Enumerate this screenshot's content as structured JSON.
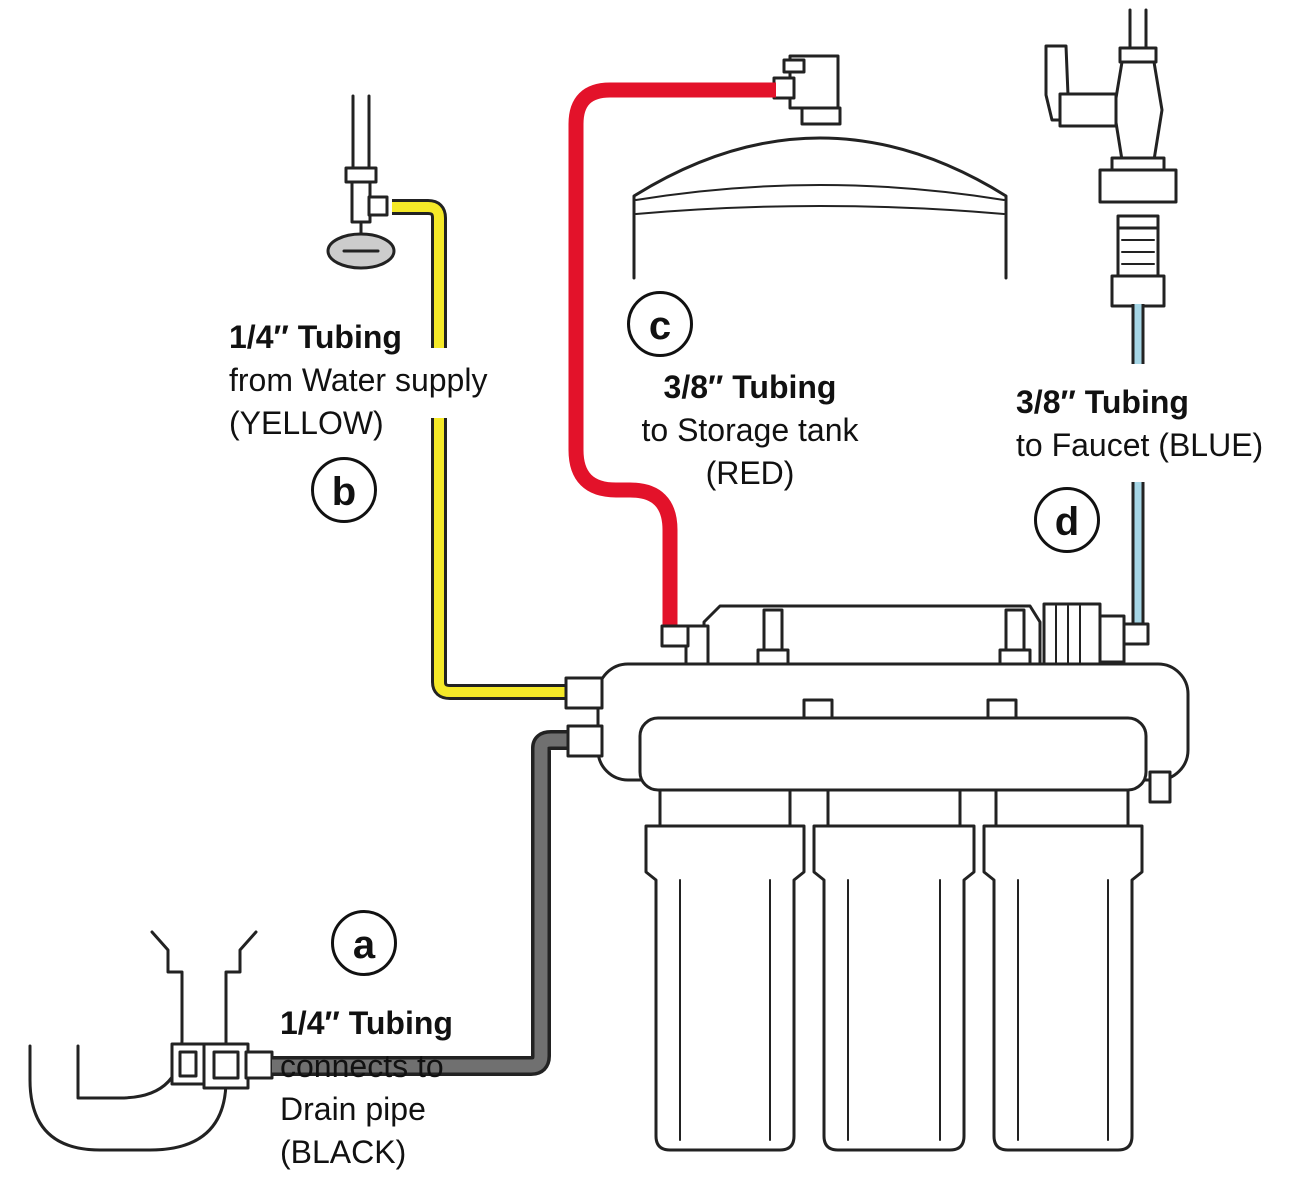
{
  "colors": {
    "yellow_tube": "#f5e928",
    "red_tube": "#e3122a",
    "blue_tube": "#a6d6e6",
    "black_tube": "#707070",
    "outline": "#222222"
  },
  "connections": [
    {
      "id": "a",
      "size": "1/4″ Tubing",
      "lines": [
        "connects to",
        "Drain pipe",
        "(BLACK)"
      ]
    },
    {
      "id": "b",
      "size": "1/4″ Tubing",
      "lines": [
        "from Water supply",
        "(YELLOW)"
      ]
    },
    {
      "id": "c",
      "size": "3/8″ Tubing",
      "lines": [
        "to Storage tank",
        "(RED)"
      ]
    },
    {
      "id": "d",
      "size": "3/8″ Tubing",
      "lines": [
        "to Faucet (BLUE)"
      ]
    }
  ]
}
